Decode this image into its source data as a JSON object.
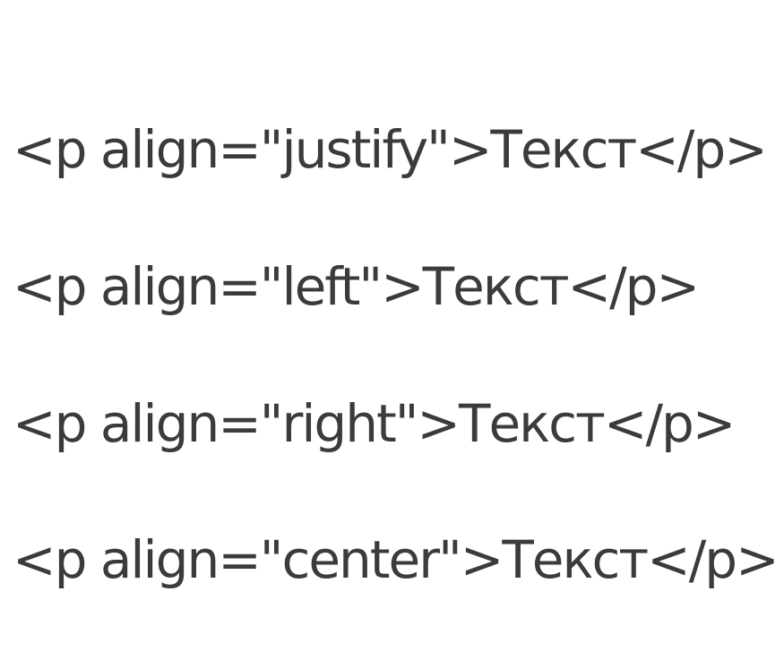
{
  "lines": [
    "<p align=\"justify\">Текст</p>",
    "<p align=\"left\">Текст</p>",
    "<p align=\"right\">Текст</p>",
    "<p align=\"center\">Текст</p>"
  ],
  "colors": {
    "text": "#3b3b3b",
    "background": "#ffffff"
  }
}
